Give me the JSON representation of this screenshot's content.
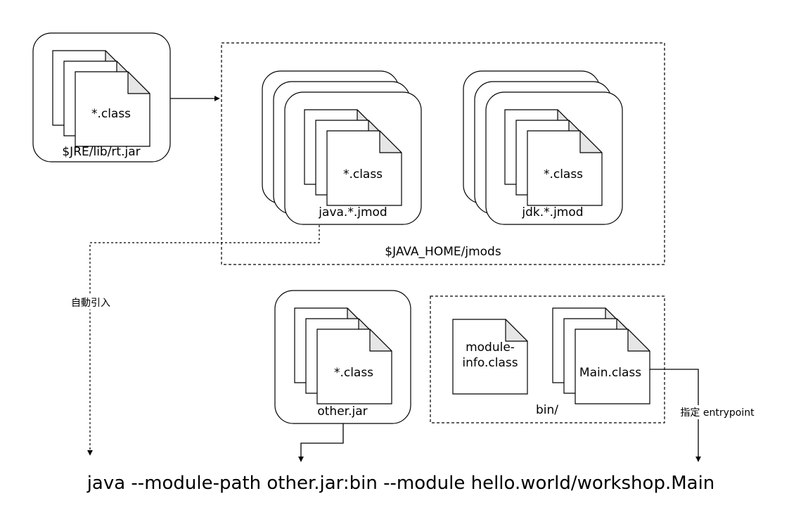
{
  "diagram": {
    "rt_jar": {
      "label": "$JRE/lib/rt.jar",
      "file_label": "*.class"
    },
    "jmods": {
      "label": "$JAVA_HOME/jmods",
      "java_module": {
        "label": "java.*.jmod",
        "file_label": "*.class"
      },
      "jdk_module": {
        "label": "jdk.*.jmod",
        "file_label": "*.class"
      }
    },
    "other_jar": {
      "label": "other.jar",
      "file_label": "*.class"
    },
    "bin": {
      "label": "bin/",
      "module_info_line1": "module-",
      "module_info_line2": "info.class",
      "main_class": "Main.class"
    },
    "auto_import_label": "自動引入",
    "entrypoint_label": "指定 entrypoint",
    "command": "java --module-path other.jar:bin --module hello.world/workshop.Main"
  }
}
